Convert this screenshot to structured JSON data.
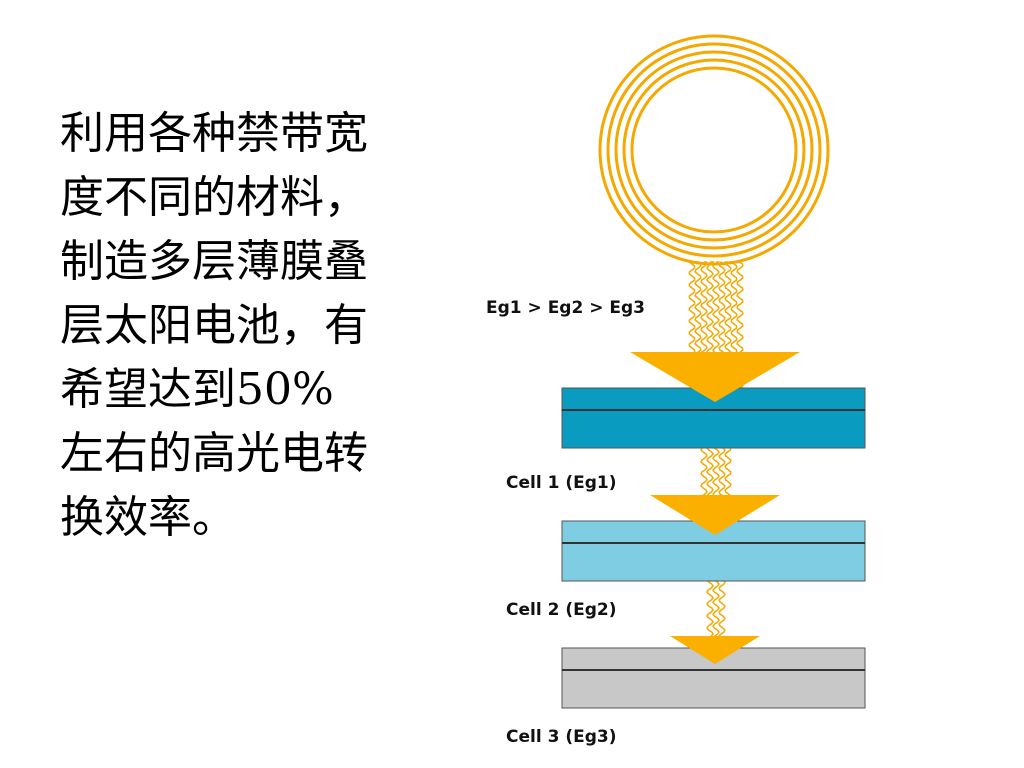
{
  "slide": {
    "text": "利用各种禁带宽度不同的材料，制造多层薄膜叠层太阳电池，有希望达到50%左右的高光电转换效率。"
  },
  "diagram": {
    "bandgap_relation": "Eg1 > Eg2 > Eg3",
    "cells": [
      {
        "label": "Cell 1 (Eg1)",
        "color": "#0a9cc0"
      },
      {
        "label": "Cell 2 (Eg2)",
        "color": "#7fcde2"
      },
      {
        "label": "Cell 3 (Eg3)",
        "color": "#c8c8c8"
      }
    ],
    "colors": {
      "light": "#f5a800",
      "arrow": "#fbb000",
      "divider": "#333333"
    }
  }
}
